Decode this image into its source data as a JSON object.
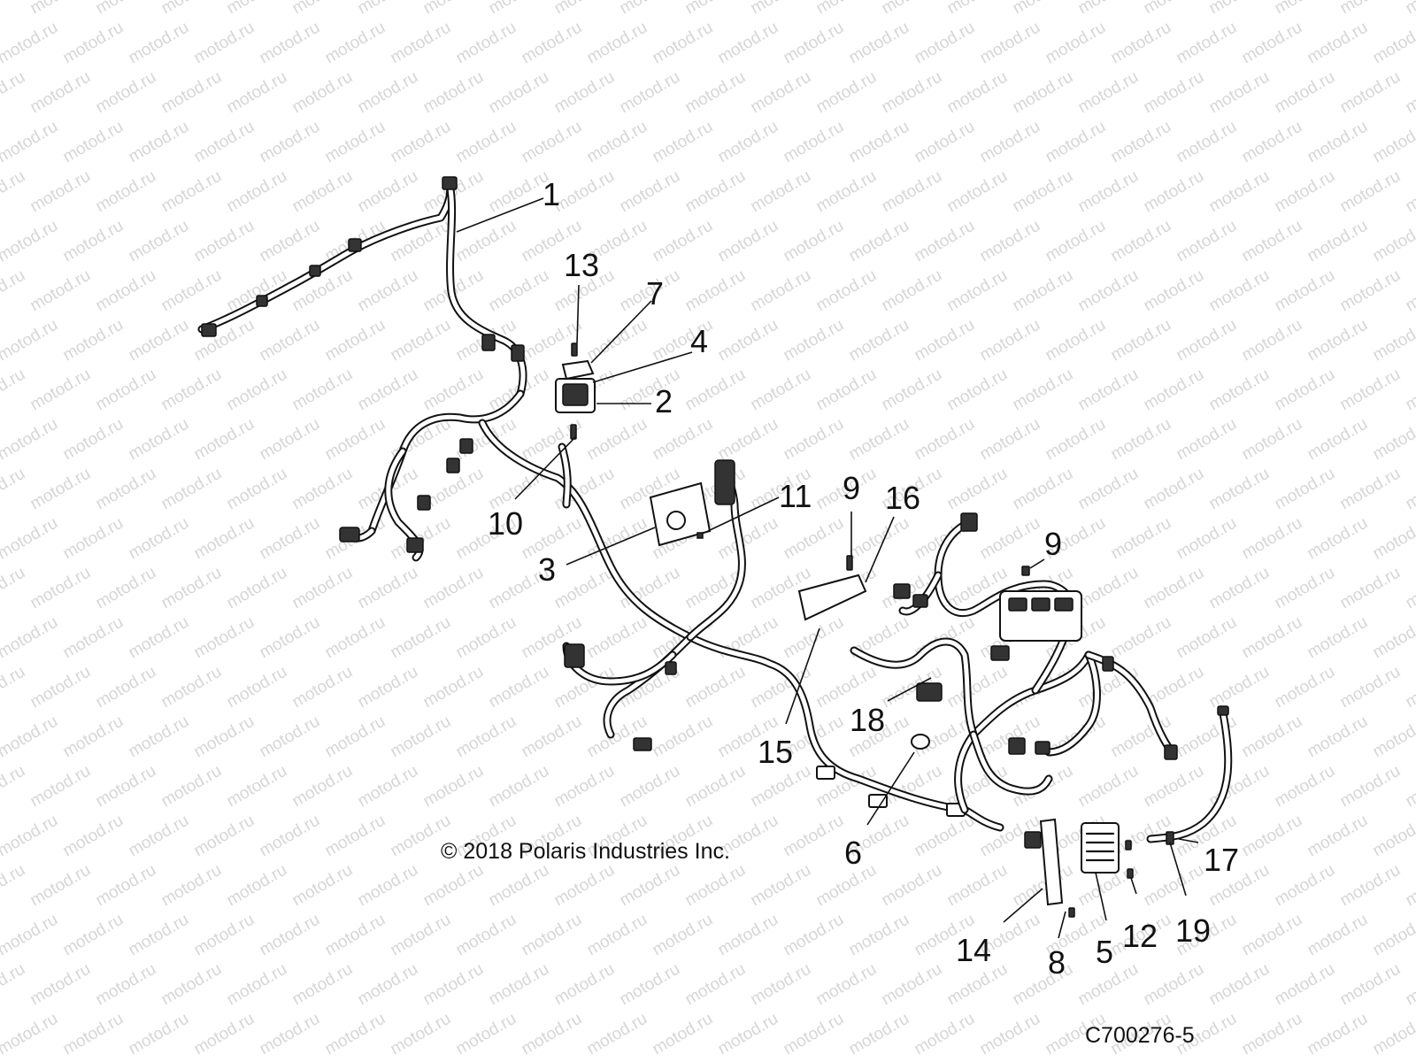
{
  "watermark": {
    "text": "motod.ru"
  },
  "copyright": "© 2018 Polaris Industries Inc.",
  "drawing_number": "C700276-5",
  "callouts": {
    "c1": "1",
    "c2": "2",
    "c3": "3",
    "c4": "4",
    "c5": "5",
    "c6": "6",
    "c7": "7",
    "c8": "8",
    "c9a": "9",
    "c9b": "9",
    "c10": "10",
    "c11": "11",
    "c12": "12",
    "c13": "13",
    "c14": "14",
    "c15": "15",
    "c16": "16",
    "c17": "17",
    "c18": "18",
    "c19": "19"
  }
}
